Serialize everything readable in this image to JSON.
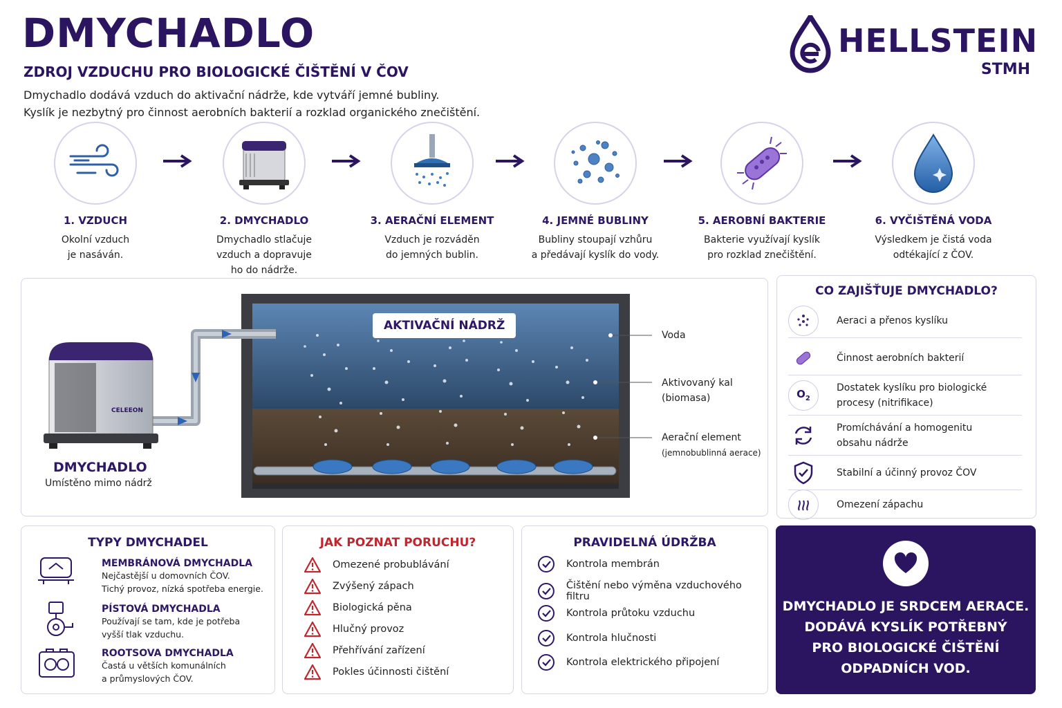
{
  "header": {
    "title": "DMYCHADLO",
    "subtitle": "ZDROJ VZDUCHU PRO BIOLOGICKÉ ČIŠTĚNÍ V ČOV",
    "intro_line1": "Dmychadlo dodává vzduch do aktivační nádrže, kde vytváří jemné bubliny.",
    "intro_line2": "Kyslík je nezbytný pro činnost aerobních bakterií a rozklad organického znečištění."
  },
  "logo": {
    "name": "HELLSTEIN",
    "sub": "STMH"
  },
  "colors": {
    "brand": "#2b1460",
    "accent": "#3a1f80",
    "alert": "#c0262d",
    "water": "#3f6a96",
    "sludge": "#4a3a2c"
  },
  "steps": [
    {
      "title": "1. VZDUCH",
      "desc1": "Okolní vzduch",
      "desc2": "je nasáván.",
      "desc3": "",
      "icon": "wind-icon"
    },
    {
      "title": "2. DMYCHADLO",
      "desc1": "Dmychadlo stlačuje",
      "desc2": "vzduch a dopravuje",
      "desc3": "ho do nádrže.",
      "icon": "blower-icon"
    },
    {
      "title": "3. AERAČNÍ ELEMENT",
      "desc1": "Vzduch je rozváděn",
      "desc2": "do jemných bublin.",
      "desc3": "",
      "icon": "diffuser-icon"
    },
    {
      "title": "4. JEMNÉ BUBLINY",
      "desc1": "Bubliny stoupají vzhůru",
      "desc2": "a předávají kyslík do vody.",
      "desc3": "",
      "icon": "bubbles-icon"
    },
    {
      "title": "5. AEROBNÍ BAKTERIE",
      "desc1": "Bakterie využívají kyslík",
      "desc2": "pro rozklad znečištění.",
      "desc3": "",
      "icon": "bacteria-icon"
    },
    {
      "title": "6. VYČIŠTĚNÁ VODA",
      "desc1": "Výsledkem je čistá voda",
      "desc2": "odtékající z ČOV.",
      "desc3": "",
      "icon": "water-drop-icon"
    }
  ],
  "diagram": {
    "tank_title": "AKTIVAČNÍ NÁDRŽ",
    "blower_label": "DMYCHADLO",
    "blower_sublabel": "Umístěno mimo nádrž",
    "blower_brand": "CELEEON",
    "label_water": "Voda",
    "label_sludge1": "Aktivovaný kal",
    "label_sludge2": "(biomasa)",
    "label_element1": "Aerační element",
    "label_element2": "(jemnobublinná aerace)"
  },
  "features": {
    "title": "CO ZAJIŠŤUJE DMYCHADLO?",
    "items": [
      {
        "l1": "Aeraci a přenos kyslíku",
        "l2": "",
        "icon": "dots-icon"
      },
      {
        "l1": "Činnost aerobních bakterií",
        "l2": "",
        "icon": "bacteria-icon"
      },
      {
        "l1": "Dostatek kyslíku pro biologické",
        "l2": "procesy (nitrifikace)",
        "icon": "o2-icon"
      },
      {
        "l1": "Promíchávání a homogenitu",
        "l2": "obsahu nádrže",
        "icon": "cycle-icon"
      },
      {
        "l1": "Stabilní a účinný provoz ČOV",
        "l2": "",
        "icon": "shield-check-icon"
      },
      {
        "l1": "Omezení zápachu",
        "l2": "",
        "icon": "odor-icon"
      }
    ]
  },
  "types": {
    "title": "TYPY DMYCHADEL",
    "items": [
      {
        "name": "MEMBRÁNOVÁ DMYCHADLA",
        "d1": "Nejčastější u domovních ČOV.",
        "d2": "Tichý provoz, nízká spotřeba energie.",
        "icon": "membrane-blower-icon"
      },
      {
        "name": "PÍSTOVÁ DMYCHADLA",
        "d1": "Používají se tam, kde je potřeba",
        "d2": "vyšší tlak vzduchu.",
        "icon": "piston-blower-icon"
      },
      {
        "name": "ROOTSOVA DMYCHADLA",
        "d1": "Častá u větších komunálních",
        "d2": "a průmyslových ČOV.",
        "icon": "roots-blower-icon"
      }
    ]
  },
  "faults": {
    "title": "JAK POZNAT PORUCHU?",
    "items": [
      "Omezené probublávání",
      "Zvýšený zápach",
      "Biologická pěna",
      "Hlučný provoz",
      "Přehřívání zařízení",
      "Pokles účinnosti čištění"
    ]
  },
  "maintenance": {
    "title": "PRAVIDELNÁ ÚDRŽBA",
    "items": [
      "Kontrola membrán",
      "Čištění nebo výměna vzduchového filtru",
      "Kontrola průtoku vzduchu",
      "Kontrola hlučnosti",
      "Kontrola elektrického připojení"
    ]
  },
  "callout": {
    "line1": "DMYCHADLO JE SRDCEM AERACE.",
    "line2": "DODÁVÁ KYSLÍK POTŘEBNÝ",
    "line3": "PRO BIOLOGICKÉ ČIŠTĚNÍ",
    "line4": "ODPADNÍCH VOD.",
    "icon": "heart-icon"
  }
}
